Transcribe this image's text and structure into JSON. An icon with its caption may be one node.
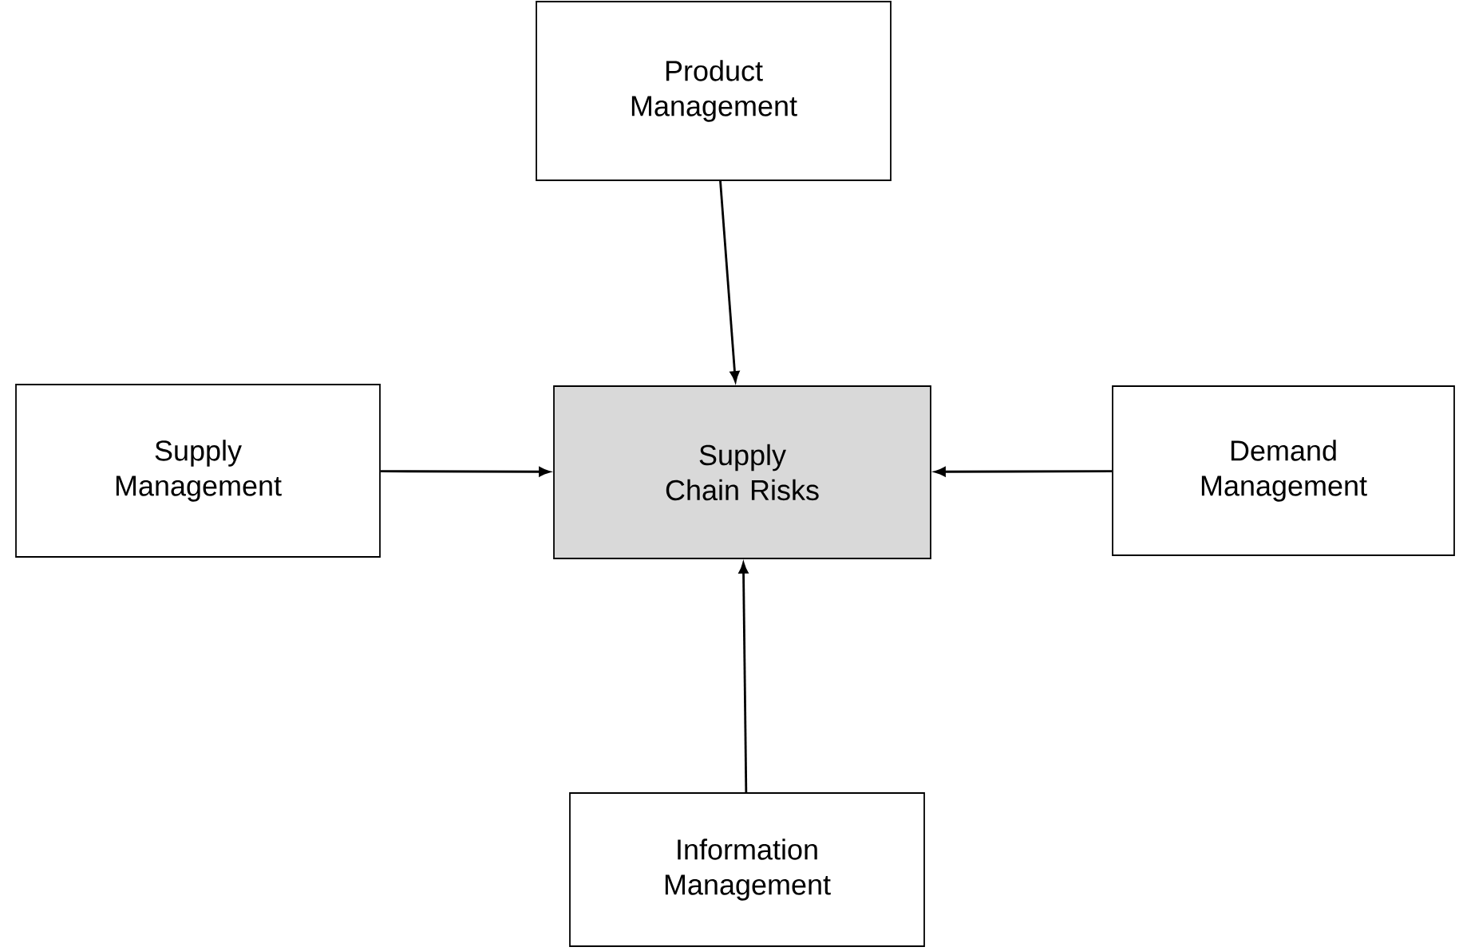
{
  "diagram": {
    "nodes": [
      {
        "text": [
          "Product Management"
        ]
      },
      {
        "text": [
          "Supply Management"
        ]
      },
      {
        "text": [
          "Supply Chain Risks"
        ]
      },
      {
        "text": [
          "Demand Management"
        ]
      },
      {
        "text": [
          "Information Management"
        ]
      }
    ],
    "edges": [
      {
        "from": 0,
        "to": 2,
        "arrow": "to"
      },
      {
        "from": 1,
        "to": 2,
        "arrow": "to"
      },
      {
        "from": 3,
        "to": 2,
        "arrow": "to"
      },
      {
        "from": 4,
        "to": 2,
        "arrow": "to"
      }
    ]
  }
}
